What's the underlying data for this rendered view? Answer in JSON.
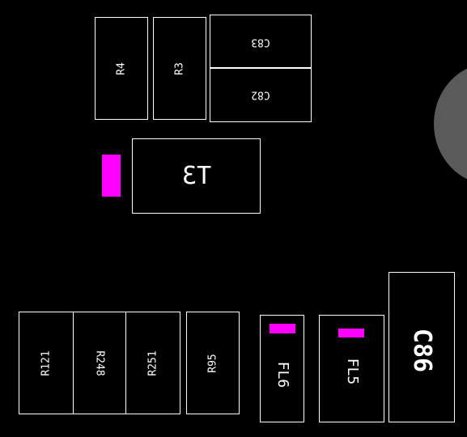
{
  "components": {
    "r4": "R4",
    "r3": "R3",
    "c83": "C83",
    "c82": "C82",
    "t3": "T3",
    "r121": "R121",
    "r248": "R248",
    "r251": "R251",
    "r95": "R95",
    "fl6": "FL6",
    "fl5": "FL5",
    "c86": "C86"
  },
  "colors": {
    "background": "#000000",
    "outline": "#ffffff",
    "marker": "#ff00ff",
    "pad": "#5a5a5a"
  }
}
